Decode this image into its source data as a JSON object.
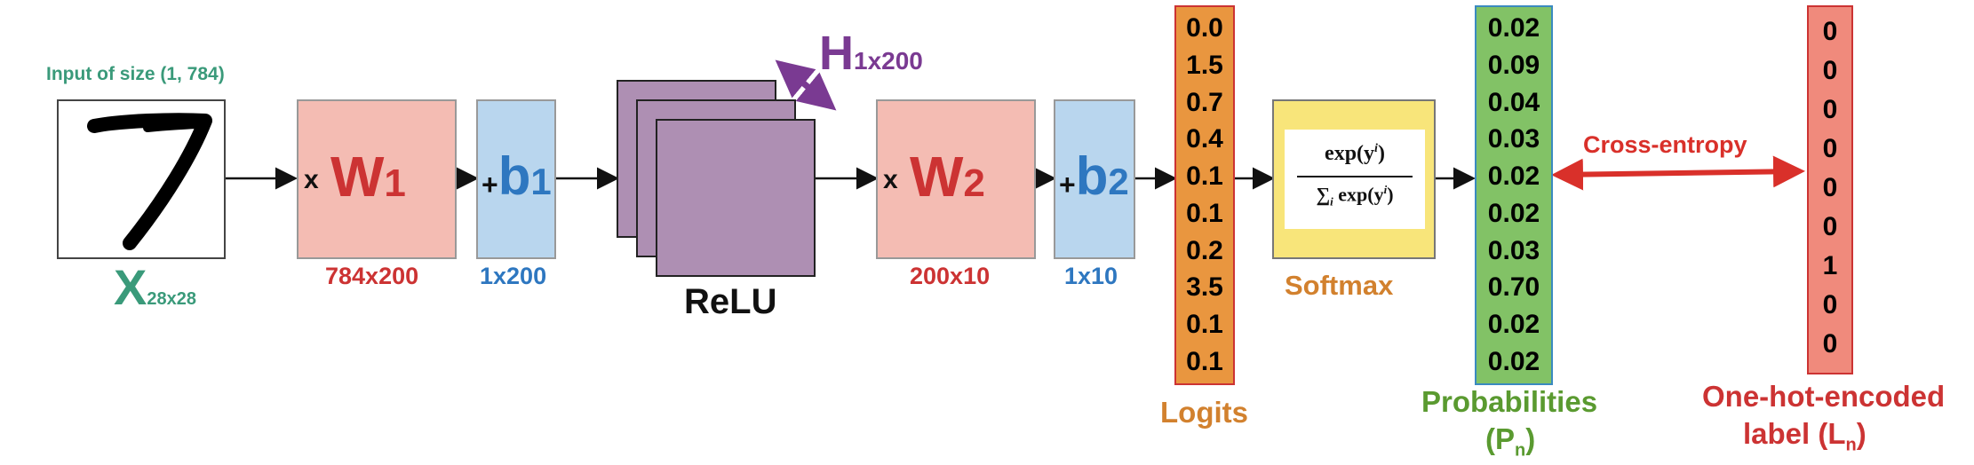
{
  "input": {
    "caption": "Input of size (1, 784)",
    "x_main": "X",
    "x_sub": "28x28",
    "digit": "7"
  },
  "w1": {
    "prefix": "x",
    "main": "W",
    "sub": "1",
    "dims": "784x200"
  },
  "b1": {
    "prefix": "+",
    "main": "b",
    "sub": "1",
    "dims": "1x200"
  },
  "relu": {
    "label": "ReLU",
    "h_main": "H",
    "h_sub": "1x200"
  },
  "w2": {
    "prefix": "x",
    "main": "W",
    "sub": "2",
    "dims": "200x10"
  },
  "b2": {
    "prefix": "+",
    "main": "b",
    "sub": "2",
    "dims": "1x10"
  },
  "logits": {
    "label": "Logits",
    "values": [
      "0.0",
      "1.5",
      "0.7",
      "0.4",
      "0.1",
      "0.1",
      "0.2",
      "3.5",
      "0.1",
      "0.1"
    ]
  },
  "softmax": {
    "label": "Softmax",
    "numerator": "exp(y",
    "numerator_sup": "i",
    "numerator_end": ")",
    "denominator_sum": "∑",
    "denominator_sub": "i",
    "denominator": " exp(y",
    "denominator_sup": "i",
    "denominator_end": ")"
  },
  "probabilities": {
    "label_line1": "Probabilities",
    "label_line2_open": "(P",
    "label_line2_sub": "n",
    "label_line2_close": ")",
    "values": [
      "0.02",
      "0.09",
      "0.04",
      "0.03",
      "0.02",
      "0.02",
      "0.03",
      "0.70",
      "0.02",
      "0.02"
    ]
  },
  "loss": {
    "label": "Cross-entropy"
  },
  "onehot": {
    "label_line1": "One-hot-encoded",
    "label_line2_open": "label (L",
    "label_line2_sub": "n",
    "label_line2_close": ")",
    "values": [
      "0",
      "0",
      "0",
      "0",
      "0",
      "0",
      "1",
      "0",
      "0"
    ]
  },
  "colors": {
    "teal": "#3a9a7a",
    "red": "#cc3333",
    "blue": "#2e77c0",
    "purple": "#7a3a92",
    "orange": "#d2812e",
    "green": "#5a9a30",
    "salmon": "#f4bcb3",
    "lightblue": "#b9d6ee",
    "lilac": "#ae8fb3",
    "logits_fill": "#e9963f",
    "prob_fill": "#82c266",
    "onehot_fill": "#f08a7c",
    "softmax_fill": "#f8e57a"
  }
}
